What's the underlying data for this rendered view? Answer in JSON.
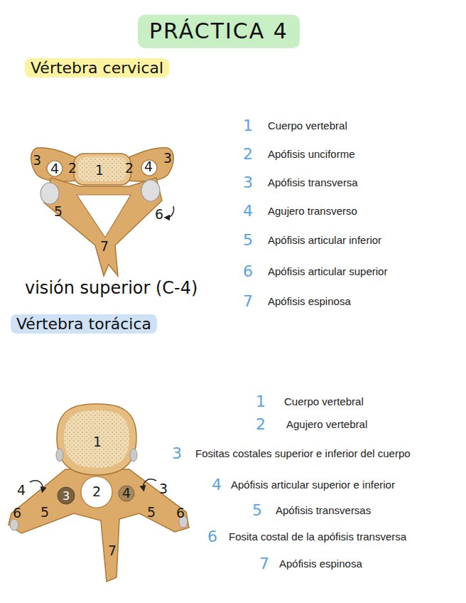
{
  "diagram": {
    "title": "PRÁCTICA 4",
    "nodes": [
      {
        "text": [
          "Vértebra cervical"
        ]
      },
      {
        "text": [
          "Vértebra torácica"
        ]
      }
    ],
    "labels": [
      "3",
      "4",
      "2",
      "1",
      "2",
      "4",
      "3",
      "5",
      "6",
      "7",
      "visión superior (C-4)",
      "1",
      "Cuerpo vertebral",
      "2",
      "Apófisis unciforme",
      "3",
      "Apófisis transversa",
      "4",
      "Agujero transverso",
      "5",
      "Apófisis articular inferior",
      "6",
      "Apófisis articular superior",
      "7",
      "Apófisis espinosa",
      "1",
      "4",
      "3",
      "2",
      "4",
      "3",
      "6",
      "5",
      "5",
      "6",
      "7",
      "1",
      "Cuerpo vertebral",
      "2",
      "Agujero vertebral",
      "3",
      "Fositas costales superior e inferior del cuerpo",
      "4",
      "Apófisis articular superior e inferior",
      "5",
      "Apófisis transversas",
      "6",
      "Fosita costal de la apófisis transversa",
      "7",
      "Apófisis espinosa"
    ]
  }
}
